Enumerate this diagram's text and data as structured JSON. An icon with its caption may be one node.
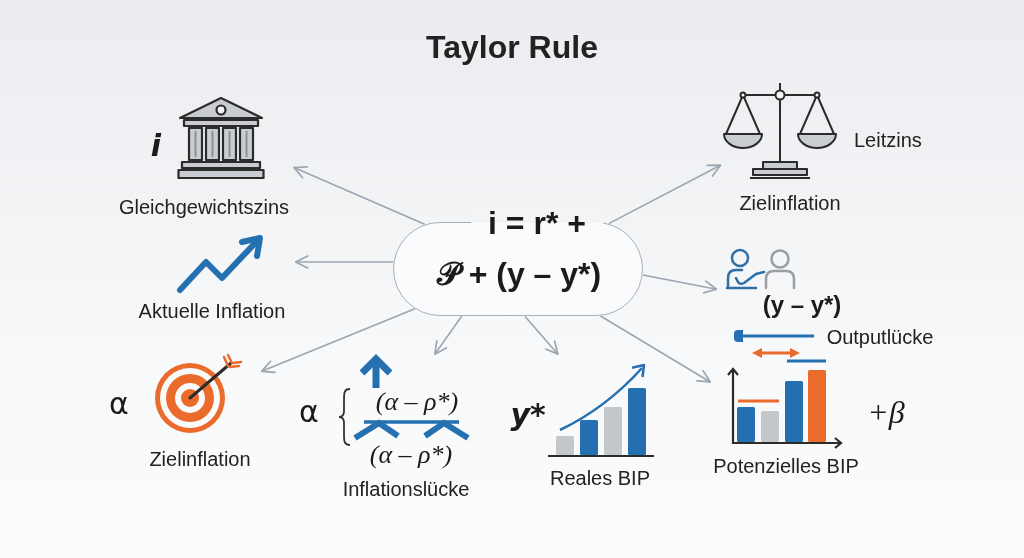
{
  "diagram": {
    "title": "Taylor Rule",
    "nodes": [
      {
        "text": [
          "i = r* +",
          "𝒫 + (y – y*)"
        ]
      },
      {
        "text": [
          "i",
          "Gleichgewichtszins"
        ]
      },
      {
        "text": [
          "Aktuelle Inflation"
        ]
      },
      {
        "text": [
          "Zielinflation"
        ],
        "beside": [
          "α"
        ]
      },
      {
        "text": [
          "(α – ρ*)",
          "(α – ρ*)",
          "Inflationslücke"
        ],
        "beside": [
          "α"
        ]
      },
      {
        "text": [
          "Reales BIP"
        ],
        "beside": [
          "y*"
        ]
      },
      {
        "text": [
          "Potenzielles BIP"
        ],
        "beside": [
          "+β"
        ]
      },
      {
        "text": [
          "(y – y*)",
          "Outputlücke"
        ]
      },
      {
        "text": [
          "Zielinflation"
        ],
        "beside": [
          "Leitzins"
        ]
      }
    ],
    "edges": [
      {
        "from": 0,
        "to": 1,
        "arrow": "to"
      },
      {
        "from": 0,
        "to": 2,
        "arrow": "to"
      },
      {
        "from": 0,
        "to": 3,
        "arrow": "to"
      },
      {
        "from": 0,
        "to": 4,
        "arrow": "to"
      },
      {
        "from": 0,
        "to": 5,
        "arrow": "to"
      },
      {
        "from": 0,
        "to": 6,
        "arrow": "to"
      },
      {
        "from": 0,
        "to": 7,
        "arrow": "to"
      },
      {
        "from": 0,
        "to": 8,
        "arrow": "to"
      }
    ]
  }
}
